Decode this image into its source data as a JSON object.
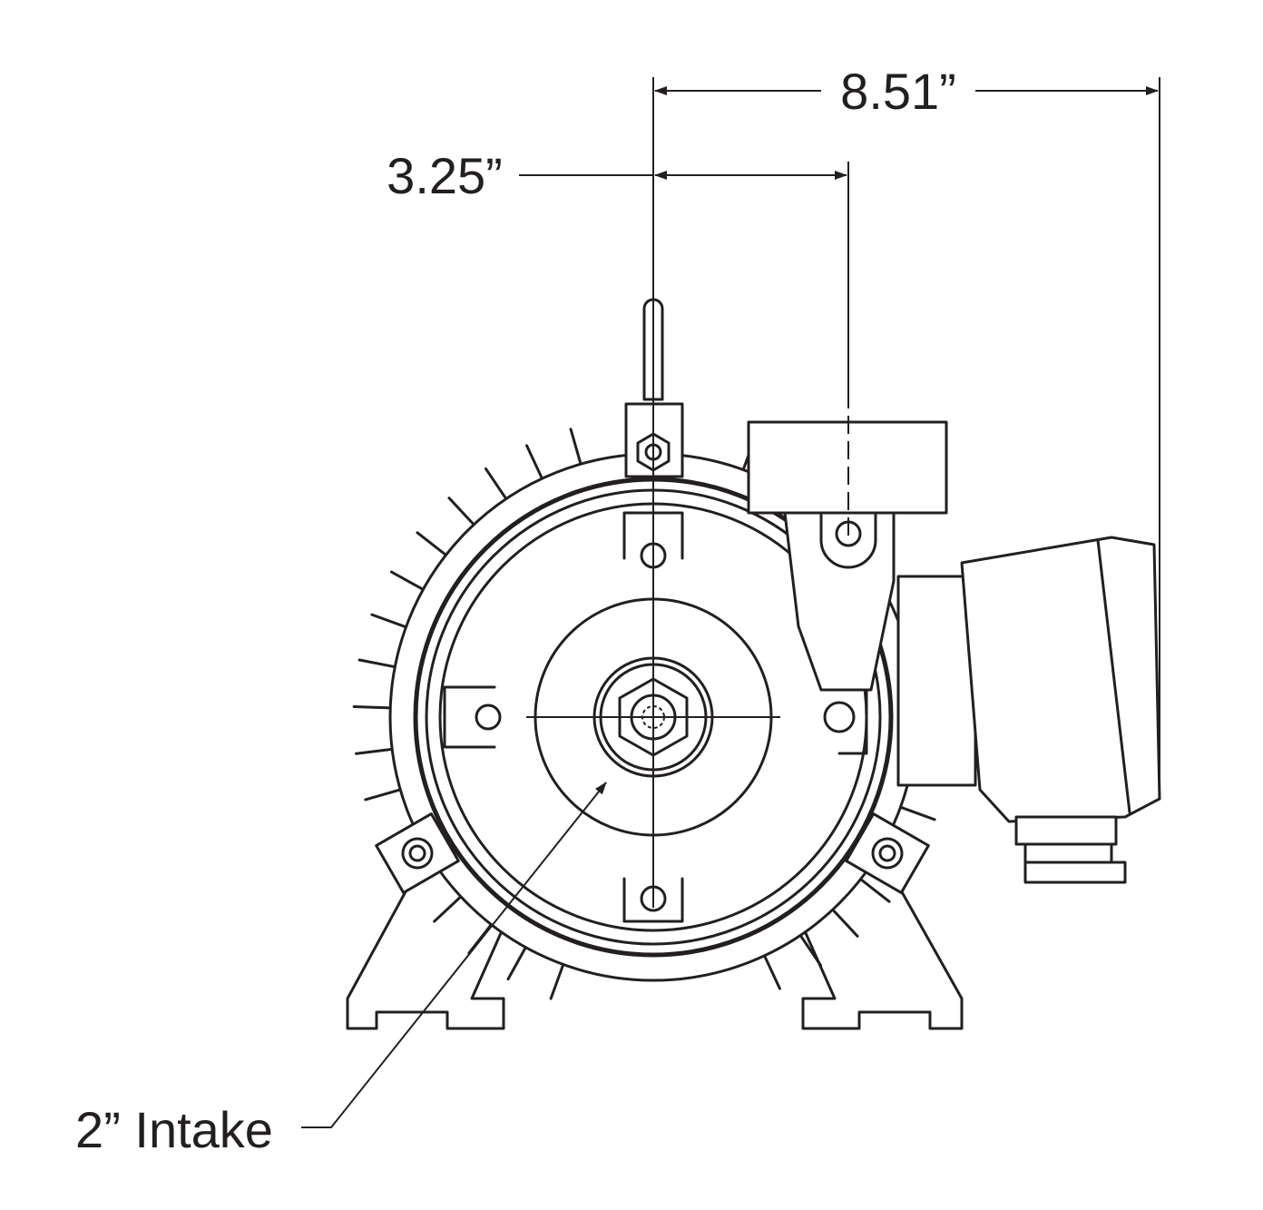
{
  "dimensions": {
    "overall_width": "8.51”",
    "conduit_offset": "3.25”"
  },
  "callouts": {
    "intake": "2” Intake"
  },
  "colors": {
    "line": "#231f20",
    "background": "#ffffff"
  }
}
